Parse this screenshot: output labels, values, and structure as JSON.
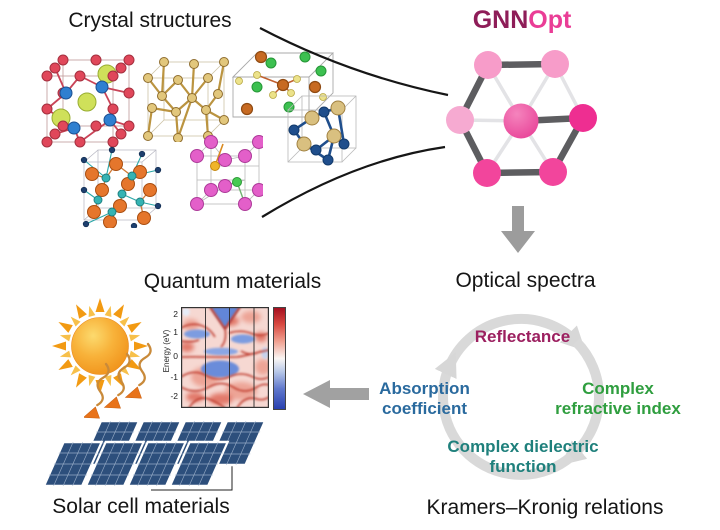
{
  "titles": {
    "crystal_structures": "Crystal structures",
    "quantum_materials": "Quantum materials",
    "optical_spectra": "Optical spectra",
    "solar_cell_materials": "Solar cell materials",
    "kramers_kronig": "Kramers–Kronig relations"
  },
  "logo": {
    "gnn": "GNN",
    "opt": "Opt",
    "gnn_color": "#8e1d58",
    "opt_color": "#ea3d96"
  },
  "cycle": {
    "ring_color": "#d9d9d9",
    "reflectance": {
      "label": "Reflectance",
      "color": "#9c2060"
    },
    "complex_refractive_index": {
      "line1": "Complex",
      "line2": "refractive index",
      "color": "#2f9e3f"
    },
    "complex_dielectric_function": {
      "line1": "Complex dielectric",
      "line2": "function",
      "color": "#1f807c"
    },
    "absorption_coefficient": {
      "line1": "Absorption",
      "line2": "coefficient",
      "color": "#2a6a9e"
    }
  },
  "heatmap": {
    "ylabel": "Energy (eV)",
    "yticks": [
      "2",
      "1",
      "0",
      "-1",
      "-2"
    ],
    "colorbar": "red-white-blue"
  },
  "graph": {
    "node_light_pink": "#f79cc9",
    "node_bright_pink": "#ee2e91",
    "edge_dark": "#5d5d60",
    "edge_light": "#e3e3e6"
  },
  "arrows": {
    "flow_gray": "#9c9c9c"
  },
  "icons": {
    "gnn_graph": "hexagonal-graph-network",
    "sun": "sun-with-rays",
    "solar_panels": "solar-panel-array",
    "cycle_ring": "clockwise-cycle-arrows",
    "down_arrow": "down-arrow",
    "left_arrow": "left-arrow"
  }
}
